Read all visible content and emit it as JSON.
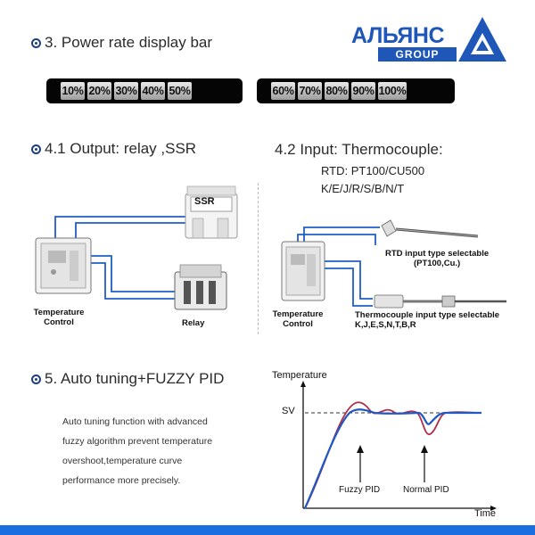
{
  "logo": {
    "main": "АЛЬЯНС",
    "sub": "GROUP",
    "brand_color": "#1f57b8"
  },
  "section3": {
    "title": "3. Power rate display bar",
    "bar_left": [
      "10%",
      "20%",
      "30%",
      "40%",
      "50%"
    ],
    "bar_right": [
      "60%",
      "70%",
      "80%",
      "90%",
      "100%"
    ]
  },
  "section41": {
    "title": "4.1 Output: relay ,SSR",
    "ssr_label": "SSR",
    "control_label_1": "Temperature",
    "control_label_2": "Control",
    "relay_label": "Relay"
  },
  "section42": {
    "title": "4.2 Input: Thermocouple:",
    "rtd_line": "RTD: PT100/CU500",
    "types_line": "K/E/J/R/S/B/N/T",
    "rtd_caption_1": "RTD input type selectable",
    "rtd_caption_2": "(PT100,Cu.)",
    "tc_caption_1": "Thermocouple input type selectable",
    "tc_caption_2": "K,J,E,S,N,T,B,R",
    "control_label_1": "Temperature",
    "control_label_2": "Control"
  },
  "section5": {
    "title": "5. Auto tuning+FUZZY PID",
    "desc": [
      "Auto tuning function with advanced",
      "fuzzy algorithm prevent temperature",
      "overshoot,temperature curve",
      "performance more precisely."
    ],
    "graph": {
      "y_axis_label": "Temperature",
      "x_axis_label": "Time",
      "sv_label": "SV",
      "fuzzy_label": "Fuzzy PID",
      "normal_label": "Normal PID",
      "fuzzy_color": "#2158c4",
      "normal_color": "#b0304a"
    }
  },
  "colors": {
    "wire": "#1f5fc4",
    "accent_band": "#1a6ee0"
  }
}
